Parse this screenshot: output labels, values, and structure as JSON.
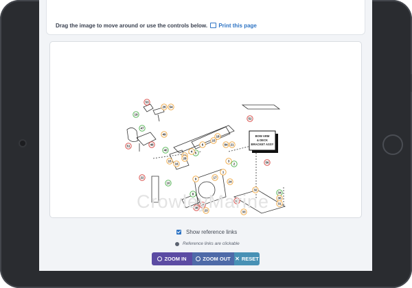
{
  "header": {
    "instruction": "Drag the image to move around or use the controls below.",
    "print_link": "Print this page",
    "print_icon": "printer-icon"
  },
  "diagram": {
    "watermark": "CrowleyMarine",
    "assembly_label_lines": [
      "BOW ARM",
      "& DECK",
      "BRACKET ASSY"
    ],
    "callouts": [
      {
        "n": "53",
        "c": "#d9534f"
      },
      {
        "n": "54",
        "c": "#f0ad4e"
      },
      {
        "n": "26",
        "c": "#f0ad4e"
      },
      {
        "n": "19",
        "c": "#5cb85c"
      },
      {
        "n": "52",
        "c": "#d9534f"
      },
      {
        "n": "47",
        "c": "#5cb85c"
      },
      {
        "n": "49",
        "c": "#f0ad4e"
      },
      {
        "n": "48",
        "c": "#d9534f"
      },
      {
        "n": "51",
        "c": "#d9534f"
      },
      {
        "n": "40",
        "c": "#5cb85c"
      },
      {
        "n": "50",
        "c": "#f0ad4e"
      },
      {
        "n": "18",
        "c": "#f0ad4e"
      },
      {
        "n": "15",
        "c": "#f0ad4e"
      },
      {
        "n": "6",
        "c": "#f0ad4e"
      },
      {
        "n": "21",
        "c": "#f0ad4e"
      },
      {
        "n": "5",
        "c": "#5cb85c"
      },
      {
        "n": "4",
        "c": "#f0ad4e"
      },
      {
        "n": "3",
        "c": "#f0ad4e"
      },
      {
        "n": "28",
        "c": "#f0ad4e"
      },
      {
        "n": "16",
        "c": "#f0ad4e"
      },
      {
        "n": "15",
        "c": "#f0ad4e"
      },
      {
        "n": "56",
        "c": "#d9534f"
      },
      {
        "n": "2",
        "c": "#5cb85c"
      },
      {
        "n": "1",
        "c": "#f0ad4e"
      },
      {
        "n": "22",
        "c": "#d9534f"
      },
      {
        "n": "10",
        "c": "#5cb85c"
      },
      {
        "n": "9",
        "c": "#f0ad4e"
      },
      {
        "n": "17",
        "c": "#f0ad4e"
      },
      {
        "n": "24",
        "c": "#f0ad4e"
      },
      {
        "n": "8",
        "c": "#5cb85c"
      },
      {
        "n": "32",
        "c": "#f0ad4e"
      },
      {
        "n": "34",
        "c": "#5cb85c"
      },
      {
        "n": "35",
        "c": "#f0ad4e"
      },
      {
        "n": "31",
        "c": "#f0ad4e"
      },
      {
        "n": "18",
        "c": "#d9534f"
      },
      {
        "n": "33",
        "c": "#f0ad4e"
      },
      {
        "n": "25",
        "c": "#d9534f"
      },
      {
        "n": "38",
        "c": "#d9534f"
      },
      {
        "n": "84",
        "c": "#f0ad4e"
      },
      {
        "n": "23",
        "c": "#f0ad4e"
      }
    ]
  },
  "options": {
    "show_reference_label": "Show reference links",
    "show_reference_checked": true,
    "hint": "Reference links are clickable"
  },
  "toolbar": {
    "zoom_in": "ZOOM IN",
    "zoom_out": "ZOOM OUT",
    "reset": "RESET",
    "colors": {
      "zoom_in": "#5b4ba3",
      "zoom_out": "#4e6aa8",
      "reset": "#4891b5"
    }
  },
  "help": {
    "icon": "help-icon",
    "glyph": "?"
  }
}
